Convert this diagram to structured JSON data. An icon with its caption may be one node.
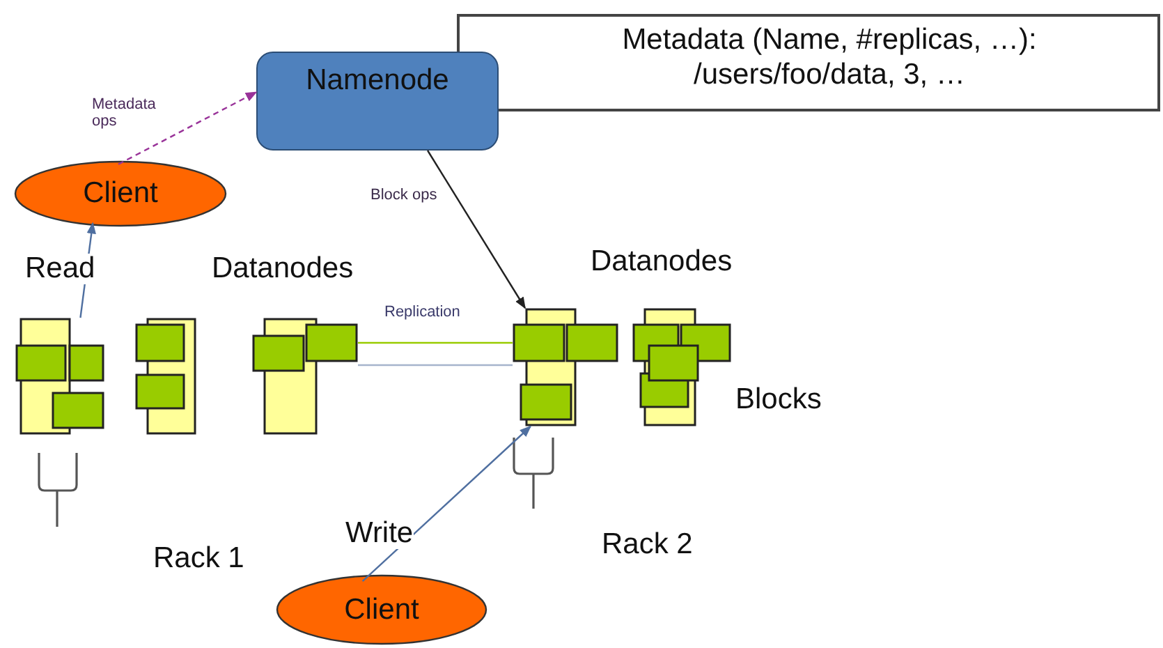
{
  "diagram": {
    "nodes": [
      {
        "text": [
          "Metadata (Name, #replicas, …): /users/foo/data, 3, …"
        ]
      },
      {
        "text": [
          "Namenode"
        ]
      },
      {
        "text": [
          "Client"
        ]
      },
      {
        "text": [],
        "shape": "box"
      },
      {
        "text": [],
        "shape": "box"
      },
      {
        "text": [],
        "shape": "box"
      },
      {
        "text": [],
        "shape": "box"
      },
      {
        "text": [],
        "shape": "box"
      },
      {
        "text": [
          "Client"
        ]
      }
    ],
    "edges": [
      {
        "from": 2,
        "to": 1,
        "arrow": "to",
        "label": "Metadata ops",
        "style": "dashed",
        "color": "#993399"
      },
      {
        "from": 1,
        "to": 6,
        "arrow": "to",
        "label": "Block ops",
        "color": "#222222"
      },
      {
        "from": 3,
        "to": 2,
        "arrow": "to",
        "label": "Read",
        "color": "#4f6fa0"
      },
      {
        "from": 5,
        "to": 6,
        "arrow": "none",
        "label": "Replication",
        "color": "#99cc00"
      },
      {
        "from": 5,
        "to": 6,
        "arrow": "none",
        "color": "#a6b4cc"
      },
      {
        "from": 8,
        "to": 6,
        "arrow": "to",
        "label": "Write",
        "color": "#4f6fa0"
      }
    ],
    "labels": [
      "Datanodes",
      "Datanodes",
      "Blocks",
      "Rack 1",
      "Rack 2"
    ]
  }
}
